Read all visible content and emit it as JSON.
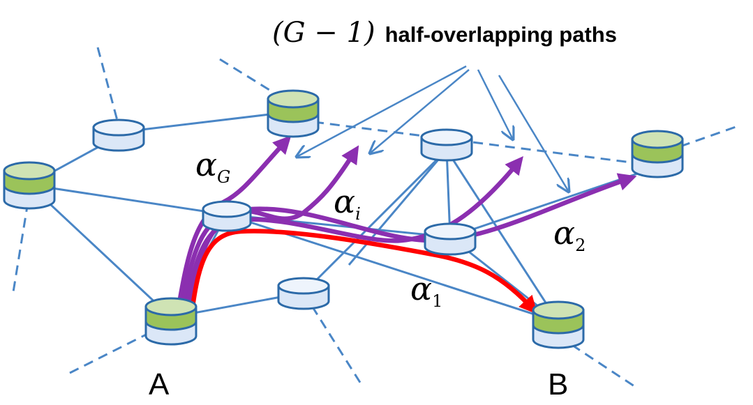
{
  "title": {
    "prefix": "(G − 1)",
    "suffix": "half-overlapping paths"
  },
  "endpoints": {
    "source": "A",
    "destination": "B"
  },
  "path_labels": [
    {
      "id": "alpha-G",
      "symbol": "α",
      "subscript": "G"
    },
    {
      "id": "alpha-i",
      "symbol": "α",
      "subscript": "i"
    },
    {
      "id": "alpha-2",
      "symbol": "α",
      "subscript": "2"
    },
    {
      "id": "alpha-1",
      "symbol": "α",
      "subscript": "1"
    }
  ],
  "colors": {
    "link": "#4a86c6",
    "node_fill": "#dbe7f7",
    "node_stroke": "#2c6aa8",
    "node_highlight": "#9bc35a",
    "main_path": "#ff0000",
    "alt_paths": "#8b2fb0"
  },
  "icons": {
    "node": "database-cylinder-icon",
    "arrow": "arrowhead-icon"
  }
}
